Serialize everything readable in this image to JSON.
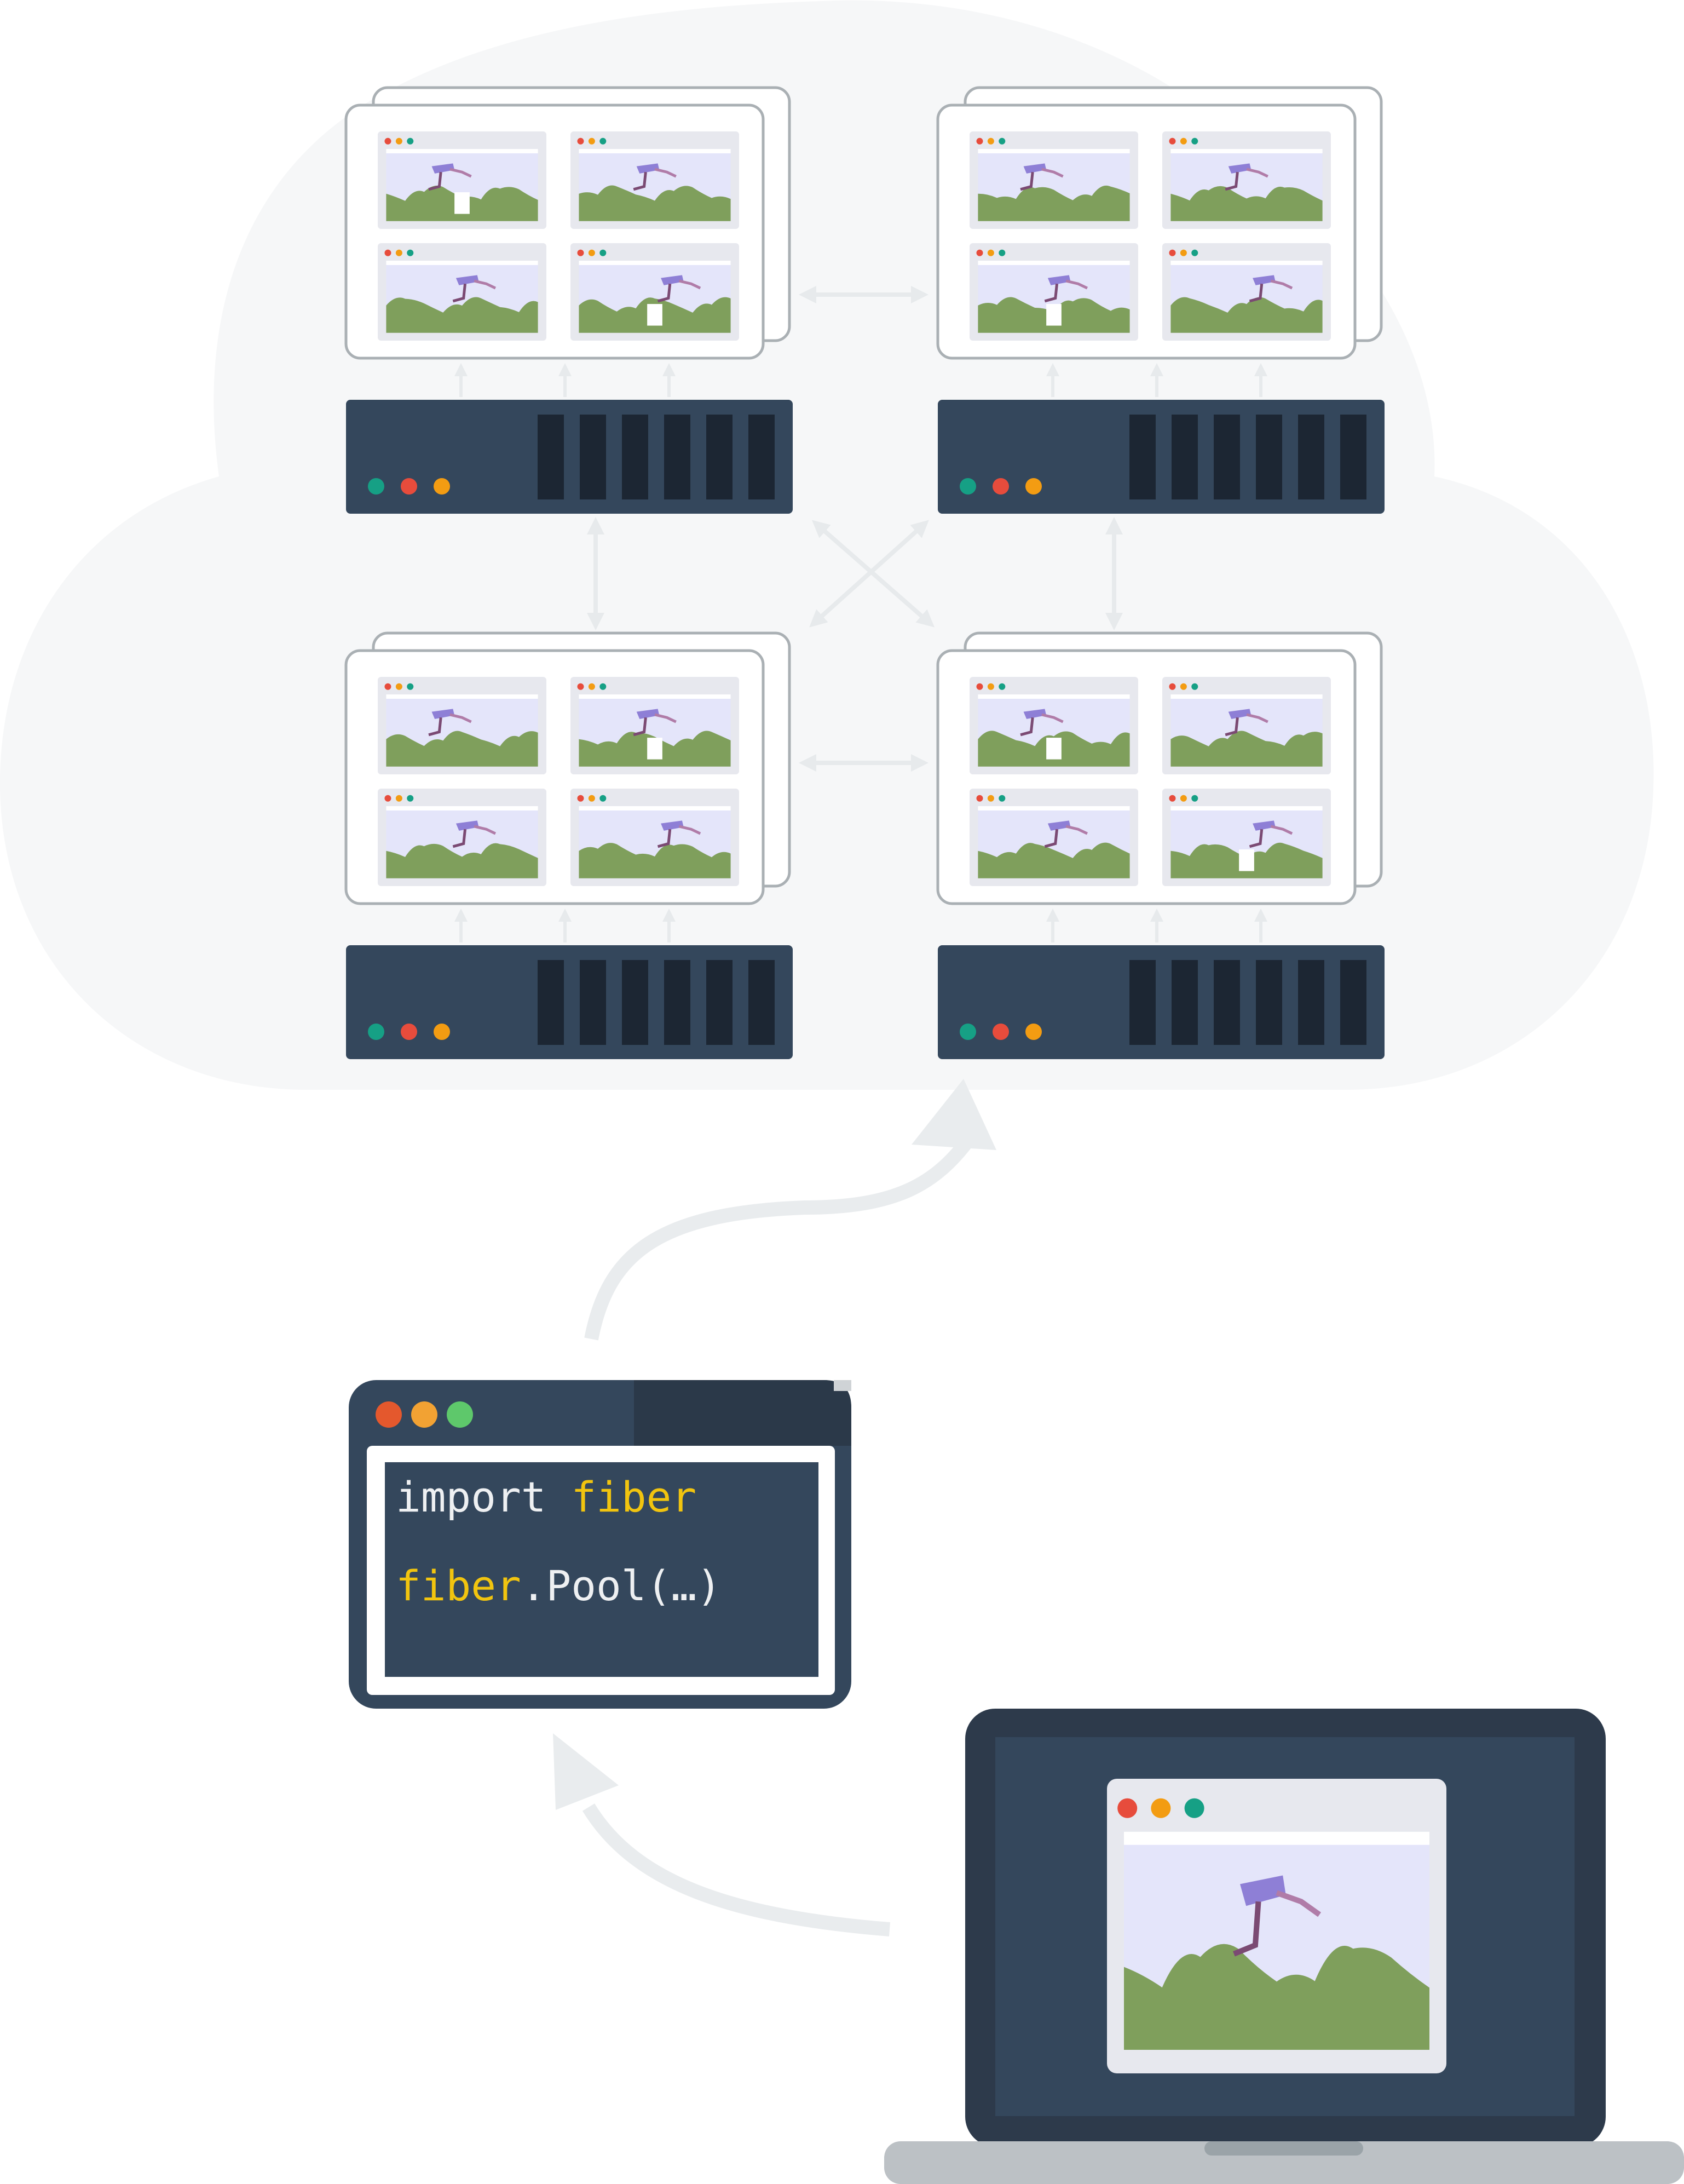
{
  "colors": {
    "cloud": "#f6f7f8",
    "server_body": "#34475c",
    "server_slot": "#1c2633",
    "led_green": "#16a085",
    "led_red": "#e74c3c",
    "led_orange": "#f39c12",
    "screen_bg": "#e7e8ee",
    "sky": "#e4e5fa",
    "ground": "#7f9f5c",
    "walker_body": "#8e7fd6",
    "walker_leg": "#7b4a73",
    "arrow": "#e7eaec",
    "code_bg": "#34475c",
    "code_titlebar_dark": "#2b3949",
    "code_keyword": "#f1c40f",
    "code_text": "#eef0f2",
    "laptop_body": "#2d3a4b",
    "laptop_screen": "#34475c",
    "laptop_base": "#bcc1c5",
    "laptop_notch": "#9aa3a8"
  },
  "icons": {
    "window_dots": "traffic-light-dots-icon",
    "server_leds": "status-led-icon",
    "walker": "bipedal-walker-icon"
  },
  "code": {
    "line1_keyword": "import",
    "line1_module": "fiber",
    "line2_module": "fiber",
    "line2_call": ".Pool(…)"
  },
  "cluster": {
    "node_count": 4,
    "envs_per_node": 4
  }
}
